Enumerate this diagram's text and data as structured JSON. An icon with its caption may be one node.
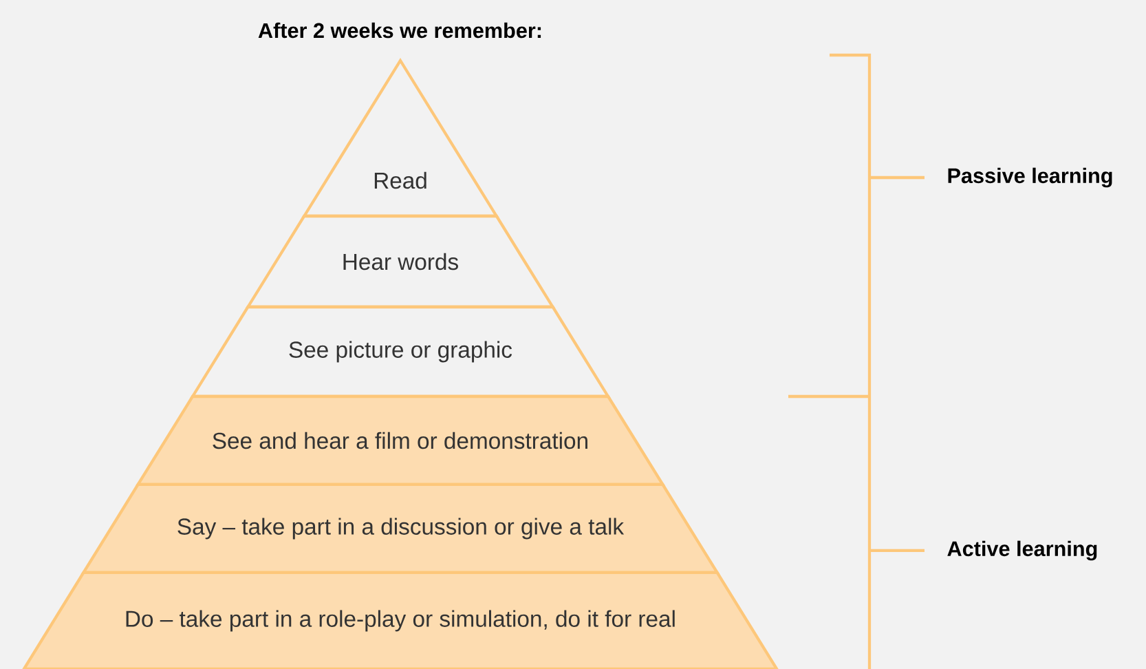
{
  "diagram": {
    "title": "After 2 weeks we remember:",
    "nodes": [
      {
        "text": [
          "Read"
        ]
      },
      {
        "text": [
          "Hear words"
        ]
      },
      {
        "text": [
          "See picture or graphic"
        ]
      },
      {
        "text": [
          "See and hear a film or demonstration"
        ]
      },
      {
        "text": [
          "Say – take part in a discussion or give a talk"
        ]
      },
      {
        "text": [
          "Do – take part in a role-play or simulation, do it for real"
        ]
      }
    ],
    "labels": [
      "Passive learning",
      "Active learning"
    ]
  }
}
